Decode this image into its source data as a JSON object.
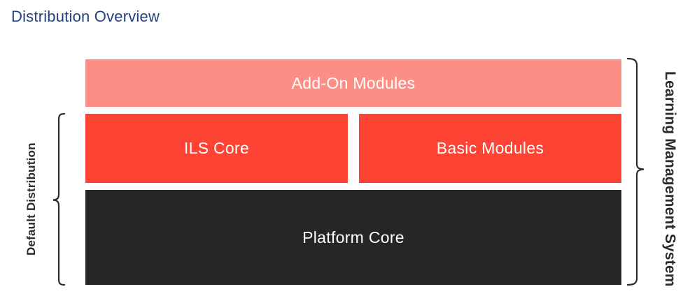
{
  "header": {
    "title": "Distribution Overview"
  },
  "diagram": {
    "boxes": [
      {
        "id": "addon-modules",
        "label": "Add-On Modules",
        "color": "#fc8e85"
      },
      {
        "id": "ils-core",
        "label": "ILS Core",
        "color": "#fc4334"
      },
      {
        "id": "basic-modules",
        "label": "Basic Modules",
        "color": "#fc4334"
      },
      {
        "id": "platform-core",
        "label": "Platform Core",
        "color": "#262626"
      }
    ],
    "brackets": {
      "left_label": "Default Distribution",
      "right_label": "Learning Management System"
    },
    "colors": {
      "addon_salmon": "#fc8e85",
      "module_red": "#fc4334",
      "platform_dark": "#262626",
      "title_blue": "#24417e",
      "side_label_text": "#2b2b2b",
      "box_text": "#ffffff",
      "bracket_stroke": "#2b2b2b",
      "background": "#ffffff"
    }
  }
}
